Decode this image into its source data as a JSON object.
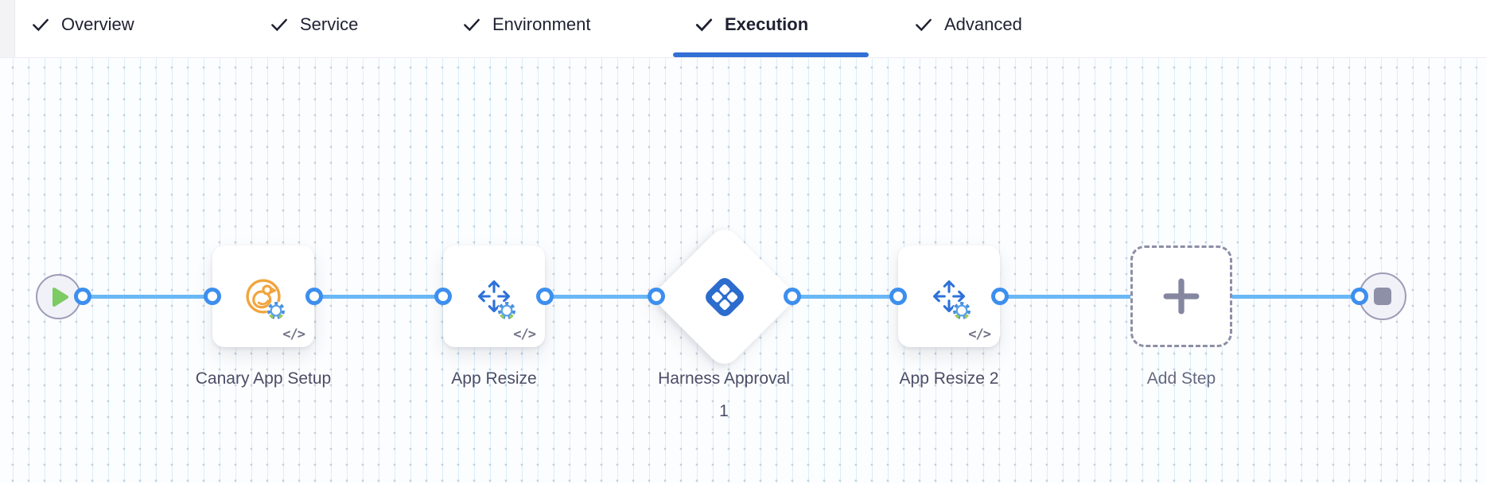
{
  "header": {
    "tabs": [
      {
        "label": "Overview",
        "completed": true,
        "active": false
      },
      {
        "label": "Service",
        "completed": true,
        "active": false
      },
      {
        "label": "Environment",
        "completed": true,
        "active": false
      },
      {
        "label": "Execution",
        "completed": true,
        "active": true
      },
      {
        "label": "Advanced",
        "completed": true,
        "active": false
      }
    ]
  },
  "canvas": {
    "nodes": [
      {
        "type": "start",
        "icon": "play-icon"
      },
      {
        "type": "step",
        "label": "Canary App Setup",
        "icon": "canary-bird-icon",
        "badges": [
          "gear-icon",
          "code-icon"
        ]
      },
      {
        "type": "step",
        "label": "App Resize",
        "icon": "resize-arrows-icon",
        "badges": [
          "gear-icon",
          "code-icon"
        ]
      },
      {
        "type": "approval",
        "label": "Harness Approval 1",
        "icon": "harness-approval-icon"
      },
      {
        "type": "step",
        "label": "App Resize 2",
        "icon": "resize-arrows-icon",
        "badges": [
          "gear-icon",
          "code-icon"
        ]
      },
      {
        "type": "add-step",
        "label": "Add Step",
        "icon": "plus-icon"
      },
      {
        "type": "end",
        "icon": "stop-icon"
      }
    ],
    "code_badge": "</>"
  },
  "colors": {
    "accent_blue": "#3270d6",
    "connector_line": "#6ab8f5",
    "connector_ring": "#3d8fee",
    "step_icon_blue": "#2f72d9",
    "approval_logo_blue": "#2b6ccd",
    "canary_orange": "#f1a53e",
    "play_green": "#7ccb63",
    "terminal_gray": "#9c9db7",
    "label_text": "#4b4d66"
  }
}
